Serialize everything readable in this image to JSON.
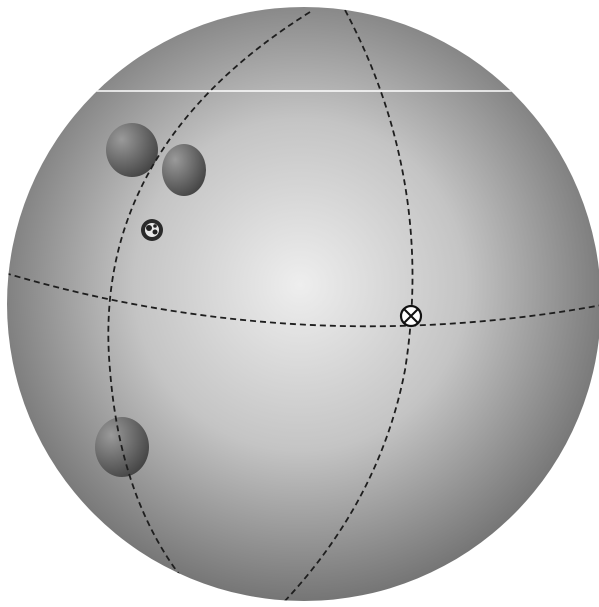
{
  "colors": {
    "background": "#ffffff",
    "sphere_highlight": "#eeeeee",
    "sphere_mid": "#c4c4c4",
    "sphere_edge": "#666666",
    "dashed_line": "#1e1e1e",
    "horizon_line": "#ffffff",
    "marker": "#111111"
  },
  "icons": {
    "target_marker": "circle-with-x-marker",
    "small_marker": "dark-circle-marker"
  },
  "features": {
    "dashed_lines": 3,
    "shaded_spots": 3,
    "markers": 2
  }
}
